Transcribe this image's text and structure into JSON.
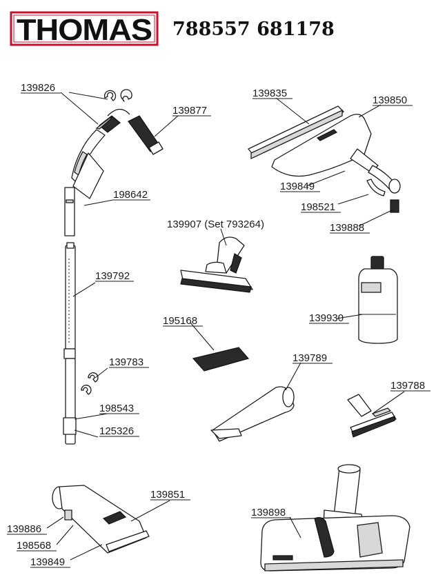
{
  "brand": {
    "logo_text": "THOMAS",
    "logo_border_color": "#c8102e"
  },
  "header": {
    "title": "788557 681178"
  },
  "parts": [
    {
      "id": "p1",
      "label": "139826"
    },
    {
      "id": "p2",
      "label": "139877"
    },
    {
      "id": "p3",
      "label": "198642"
    },
    {
      "id": "p4",
      "label": "139792"
    },
    {
      "id": "p5",
      "label": "139783"
    },
    {
      "id": "p6",
      "label": "198543"
    },
    {
      "id": "p7",
      "label": "125326"
    },
    {
      "id": "p8",
      "label": "139835"
    },
    {
      "id": "p9",
      "label": "139850"
    },
    {
      "id": "p10",
      "label": "139849"
    },
    {
      "id": "p11",
      "label": "198521"
    },
    {
      "id": "p12",
      "label": "139888"
    },
    {
      "id": "p13",
      "label": "139907 (Set 793264)"
    },
    {
      "id": "p14",
      "label": "139930"
    },
    {
      "id": "p15",
      "label": "195168"
    },
    {
      "id": "p16",
      "label": "139789"
    },
    {
      "id": "p17",
      "label": "139788"
    },
    {
      "id": "p18",
      "label": "139851"
    },
    {
      "id": "p19",
      "label": "139886"
    },
    {
      "id": "p20",
      "label": "198568"
    },
    {
      "id": "p21",
      "label": "139849"
    },
    {
      "id": "p22",
      "label": "139898"
    }
  ]
}
